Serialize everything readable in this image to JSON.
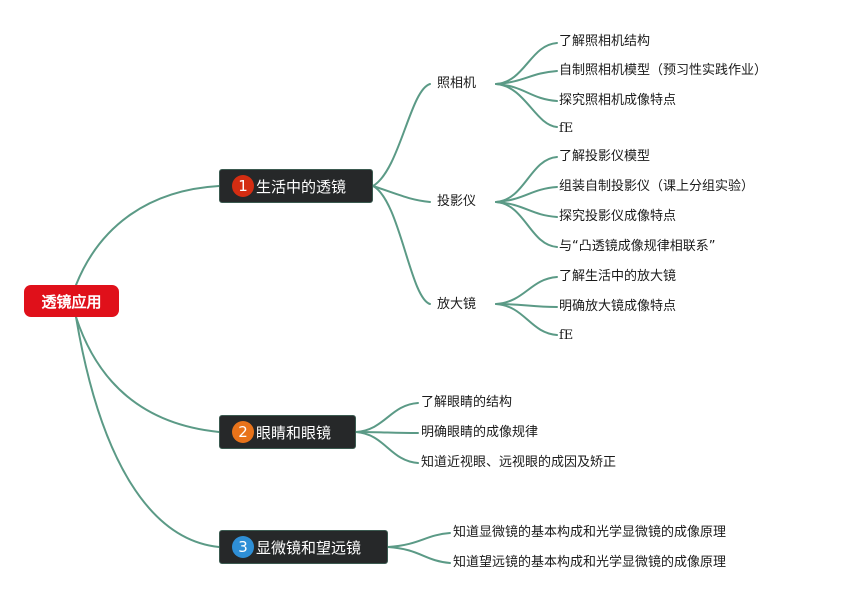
{
  "root": {
    "label": "透镜应用"
  },
  "topics": [
    {
      "num": "1",
      "label": "生活中的透镜",
      "color": "#d42d12",
      "subtopics": [
        {
          "label": "照相机",
          "items": [
            "了解照相机结构",
            "自制照相机模型（预习性实践作业）",
            "探究照相机成像特点",
            "fE"
          ]
        },
        {
          "label": "投影仪",
          "items": [
            "了解投影仪模型",
            "组装自制投影仪（课上分组实验）",
            "探究投影仪成像特点",
            "与“凸透镜成像规律相联系”"
          ]
        },
        {
          "label": "放大镜",
          "items": [
            "了解生活中的放大镜",
            "明确放大镜成像特点",
            "fE"
          ]
        }
      ]
    },
    {
      "num": "2",
      "label": "眼睛和眼镜",
      "color": "#e8731a",
      "items": [
        "了解眼睛的结构",
        "明确眼睛的成像规律",
        "知道近视眼、远视眼的成因及矫正"
      ]
    },
    {
      "num": "3",
      "label": "显微镜和望远镜",
      "color": "#2e8fd6",
      "items": [
        "知道显微镜的基本构成和光学显微镜的成像原理",
        "知道望远镜的基本构成和光学显微镜的成像原理"
      ]
    }
  ],
  "colors": {
    "root": "#e0101a",
    "topic_bg": "#262829",
    "connector": "#5b9a86"
  }
}
